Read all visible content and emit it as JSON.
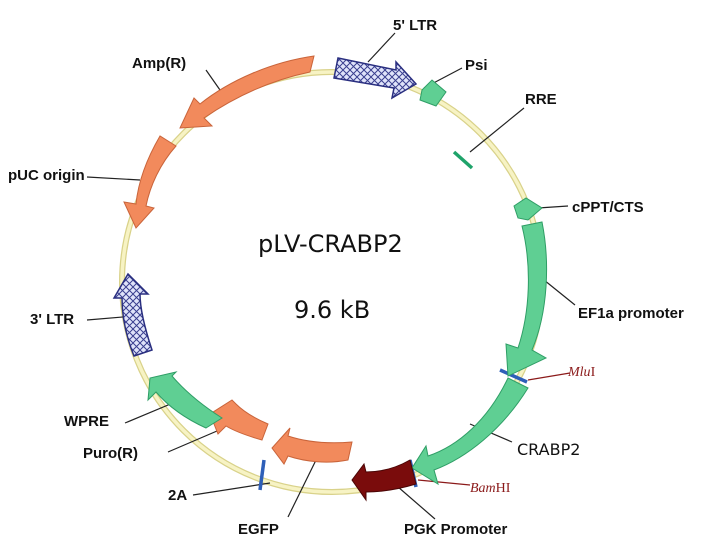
{
  "plasmid": {
    "name": "pLV-CRABP2",
    "size": "9.6 kB"
  },
  "features": {
    "ltr5": "5' LTR",
    "psi": "Psi",
    "rre": "RRE",
    "cppt": "cPPT/CTS",
    "ef1a": "EF1a promoter",
    "crabp2": "CRABP2",
    "pgk": "PGK Promoter",
    "egfp": "EGFP",
    "t2a": "2A",
    "puro": "Puro(R)",
    "wpre": "WPRE",
    "ltr3": "3' LTR",
    "puc": "pUC origin",
    "amp": "Amp(R)"
  },
  "sites": {
    "mlu": {
      "italic": "Mlu",
      "suffix": "I"
    },
    "bam": {
      "italic": "Bam",
      "suffix": "HI"
    }
  },
  "colors": {
    "backbone": "#f3efb0",
    "green": "#5fcf93",
    "orange": "#f28a5c",
    "pgk": "#7a0c0c",
    "ltr_fill": "#d7dcf7",
    "site": "#2e5fb8",
    "leader": "#222222"
  }
}
